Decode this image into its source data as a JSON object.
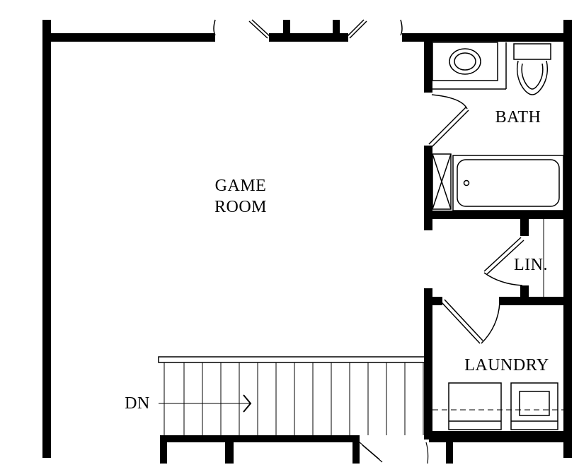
{
  "rooms": {
    "game_room": {
      "line1": "GAME",
      "line2": "ROOM"
    },
    "bath": "BATH",
    "linen": "LIN.",
    "laundry": "LAUNDRY"
  },
  "stairs": {
    "direction_label": "DN"
  },
  "colors": {
    "wall": "#000000",
    "background": "#ffffff"
  }
}
